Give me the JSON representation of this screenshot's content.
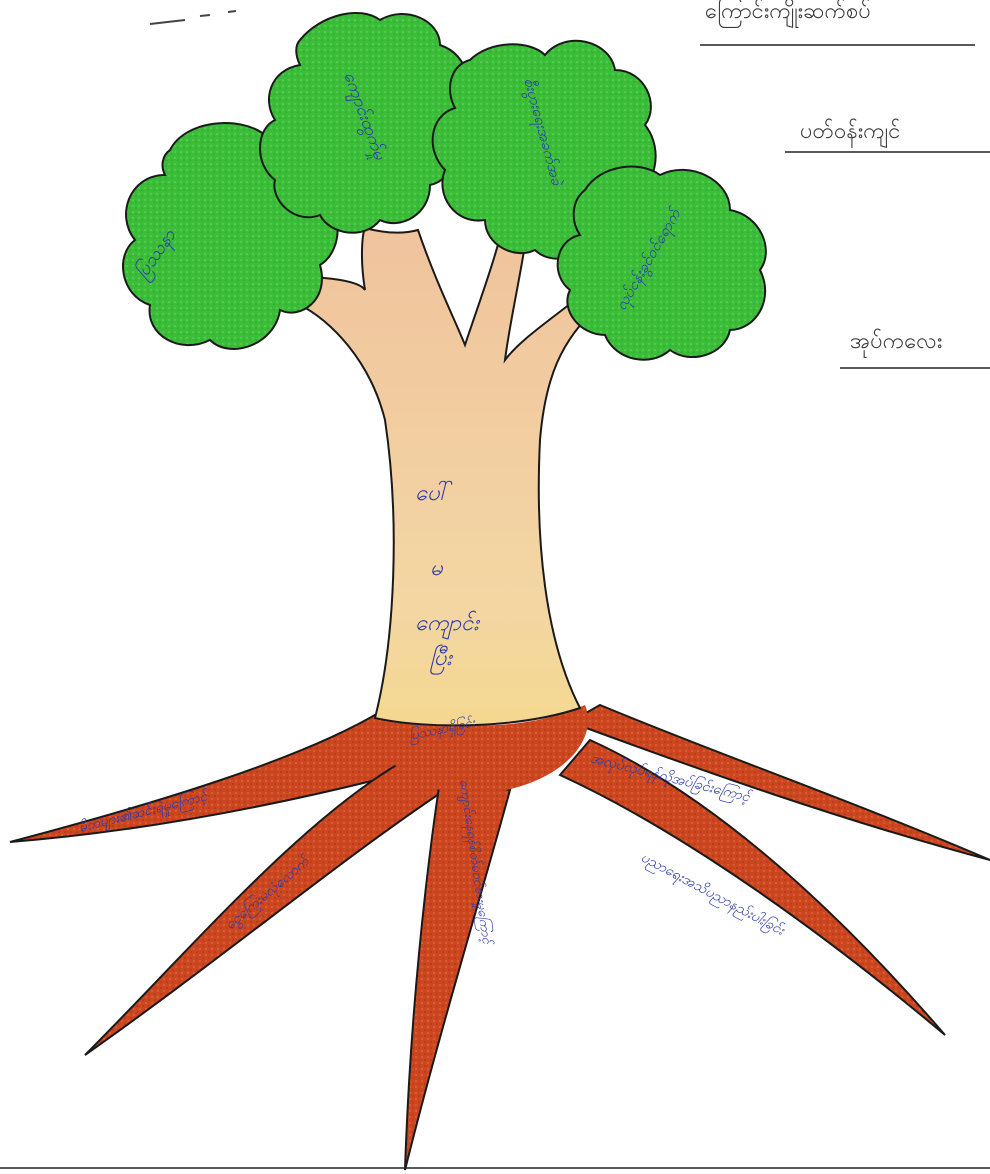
{
  "header": {
    "line_1": "ကြောင်းကျိုးဆက်စပ်",
    "line_2": "ပတ်ဝန်းကျင်",
    "line_3": "အုပ်ကလေး"
  },
  "canopy": {
    "cloud_1_text": "ပြဿနာ",
    "cloud_2_text": "ကျောင်းထွက်မှု",
    "cloud_3_text": "စီးပွားရေးအခက်အခဲ",
    "cloud_4_text": "လုပ်ငန်းခွင်ဝင်ရောက်"
  },
  "trunk": {
    "word_1": "ပေါ်",
    "word_2": "မ",
    "word_3": "ကျောင်း",
    "word_4": "ပြီး"
  },
  "roots": {
    "root_1_text": "မိဘများ၏ဆင်းရဲမှုကြောင့်",
    "root_2_text": "ငွေကြေးမလုံလောက်",
    "root_3_text": "ကျောင်းနေရန်စိတ်မဝင်စားမှုကြောင့်",
    "root_4_text": "ပညာရေးအသိပညာနည်းပါးခြင်း",
    "root_5_text": "အလုပ်လုပ်ရန်လိုအပ်ခြင်းကြောင့်",
    "root_6_text": "ပြဿနာရှိခြင်း"
  },
  "colors": {
    "leaf_green": "#3fbf3f",
    "trunk_tan": "#eec29a",
    "trunk_light": "#f3d8a6",
    "root_red": "#cf4a22",
    "ink_blue": "#2b3aa8"
  }
}
